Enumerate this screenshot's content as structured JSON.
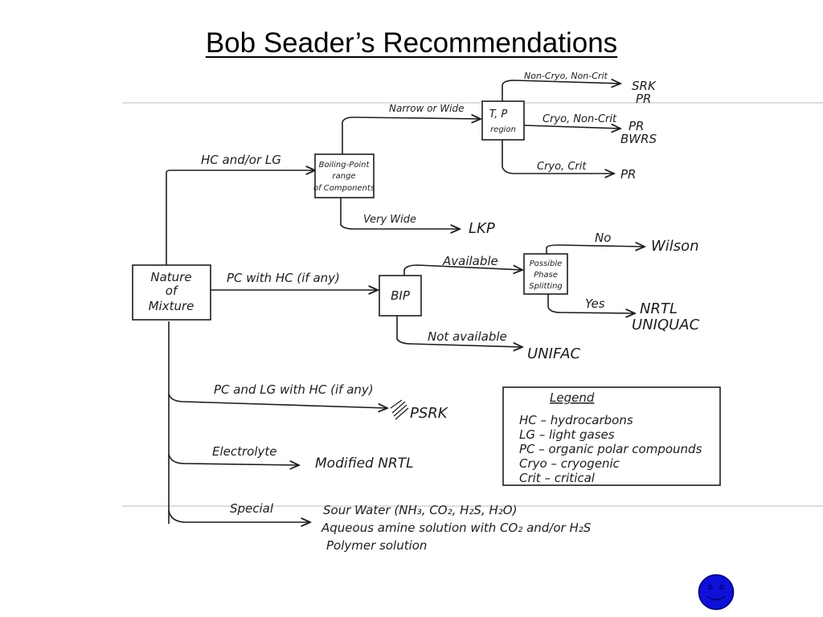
{
  "title": "Bob Seader’s Recommendations",
  "root": {
    "line1": "Nature",
    "line2": "of",
    "line3": "Mixture"
  },
  "boiling_box": {
    "line1": "Boiling-Point",
    "line2": "range",
    "line3": "of Components"
  },
  "tp_box": {
    "line1": "T, P",
    "line2": "region"
  },
  "bip_box": {
    "label": "BIP"
  },
  "phase_box": {
    "line1": "Possible",
    "line2": "Phase",
    "line3": "Splitting"
  },
  "branches": {
    "hc_lg": "HC and/or LG",
    "pc_hc": "PC with HC (if any)",
    "pc_lg_hc": "PC and LG with HC (if any)",
    "electrolyte": "Electrolyte",
    "special": "Special"
  },
  "boiling_branches": {
    "narrow": "Narrow or Wide",
    "very_wide": "Very Wide"
  },
  "tp_branches": {
    "noncryo_noncrit": "Non-Cryo, Non-Crit",
    "cryo_noncrit": "Cryo, Non-Crit",
    "cryo_crit": "Cryo, Crit"
  },
  "bip_branches": {
    "available": "Available",
    "not_available": "Not available"
  },
  "phase_branches": {
    "no": "No",
    "yes": "Yes"
  },
  "results": {
    "srk_pr_1": "SRK",
    "srk_pr_2": "PR",
    "pr_bwrs_1": "PR",
    "pr_bwrs_2": "BWRS",
    "pr": "PR",
    "lkp": "LKP",
    "wilson": "Wilson",
    "nrtl": "NRTL",
    "uniquac": "UNIQUAC",
    "unifac": "UNIFAC",
    "psrk": "PSRK",
    "modified_nrtl": "Modified NRTL",
    "special_1": "Sour Water (NH₃, CO₂, H₂S, H₂O)",
    "special_2": "Aqueous amine solution with CO₂ and/or H₂S",
    "special_3": "Polymer solution"
  },
  "legend": {
    "title": "Legend",
    "items": [
      "HC – hydrocarbons",
      "LG – light gases",
      "PC – organic polar compounds",
      "Cryo – cryogenic",
      "Crit – critical"
    ]
  },
  "colors": {
    "ink": "#1d1d1d",
    "smiley_fill": "#1010d8",
    "smiley_stroke": "#00007a"
  },
  "icons": {
    "corner": "smiley-face-icon"
  }
}
